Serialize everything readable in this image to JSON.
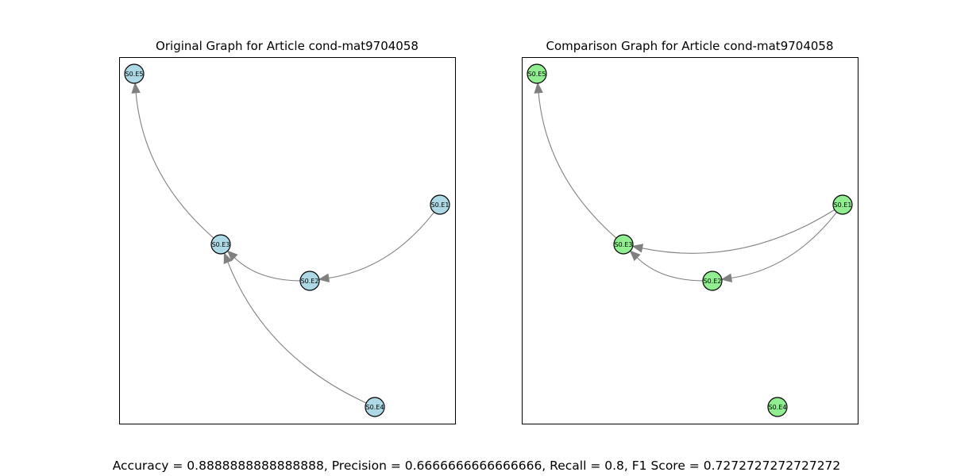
{
  "panels": [
    {
      "title": "Original Graph for Article cond-mat9704058",
      "node_color": "#add8e6",
      "nodes": [
        {
          "id": "S0.E5",
          "label": "S0.E5"
        },
        {
          "id": "S0.E1",
          "label": "S0.E1"
        },
        {
          "id": "S0.E3",
          "label": "S0.E3"
        },
        {
          "id": "S0.E2",
          "label": "S0.E2"
        },
        {
          "id": "S0.E4",
          "label": "S0.E4"
        }
      ],
      "edges": [
        {
          "from": "S0.E3",
          "to": "S0.E5"
        },
        {
          "from": "S0.E1",
          "to": "S0.E2"
        },
        {
          "from": "S0.E2",
          "to": "S0.E3"
        },
        {
          "from": "S0.E4",
          "to": "S0.E3"
        }
      ]
    },
    {
      "title": "Comparison Graph for Article cond-mat9704058",
      "node_color": "#90ee90",
      "nodes": [
        {
          "id": "S0.E5",
          "label": "S0.E5"
        },
        {
          "id": "S0.E1",
          "label": "S0.E1"
        },
        {
          "id": "S0.E3",
          "label": "S0.E3"
        },
        {
          "id": "S0.E2",
          "label": "S0.E2"
        },
        {
          "id": "S0.E4",
          "label": "S0.E4"
        }
      ],
      "edges": [
        {
          "from": "S0.E3",
          "to": "S0.E5"
        },
        {
          "from": "S0.E1",
          "to": "S0.E3"
        },
        {
          "from": "S0.E1",
          "to": "S0.E2"
        },
        {
          "from": "S0.E2",
          "to": "S0.E3"
        }
      ]
    }
  ],
  "edge_color": "#808080",
  "metrics_text": "Accuracy = 0.8888888888888888, Precision = 0.6666666666666666, Recall = 0.8, F1 Score = 0.7272727272727272"
}
